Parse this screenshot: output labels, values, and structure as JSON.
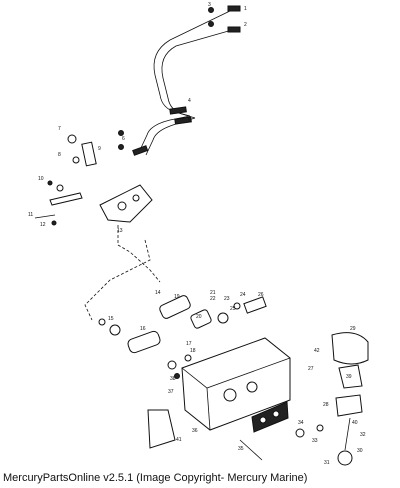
{
  "caption": "MercuryPartsOnline v2.5.1 (Image Copyright- Mercury Marine)",
  "callouts": [
    "1",
    "2",
    "3",
    "4",
    "5",
    "6",
    "7",
    "8",
    "9",
    "10",
    "11",
    "12",
    "13",
    "14",
    "15",
    "16",
    "17",
    "18",
    "19",
    "20",
    "21",
    "22",
    "23",
    "24",
    "25",
    "26",
    "27",
    "28",
    "29",
    "30",
    "31",
    "32",
    "33",
    "34",
    "35",
    "36",
    "37",
    "38",
    "39",
    "40",
    "41",
    "42"
  ]
}
